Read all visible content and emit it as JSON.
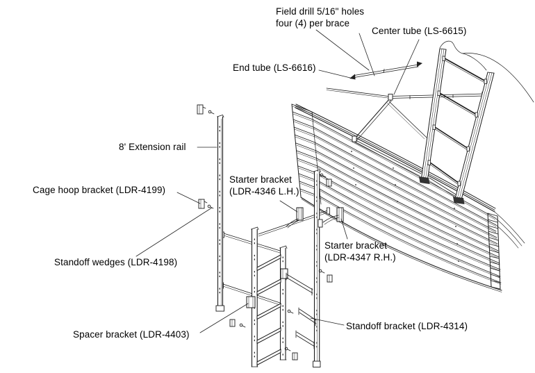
{
  "diagram": {
    "type": "exploded parts installation diagram",
    "subject": "Bin roof / sidewall ladder and extension rail assembly",
    "colors": {
      "line": "#1a1a1a",
      "background": "#ffffff",
      "text": "#000000"
    },
    "labels": {
      "field_drill": {
        "line1": "Field drill 5/16\" holes",
        "line2": "four (4) per brace"
      },
      "center_tube": {
        "text": "Center tube (LS-6615)"
      },
      "end_tube": {
        "text": "End tube (LS-6616)"
      },
      "extension_rail": {
        "text": "8' Extension rail"
      },
      "cage_hoop_bracket": {
        "text": "Cage hoop bracket (LDR-4199)"
      },
      "standoff_wedges": {
        "text": "Standoff wedges (LDR-4198)"
      },
      "starter_bracket_lh": {
        "line1": "Starter bracket",
        "line2": "(LDR-4346 L.H.)"
      },
      "starter_bracket_rh": {
        "line1": "Starter bracket",
        "line2": "(LDR-4347 R.H.)"
      },
      "spacer_bracket": {
        "text": "Spacer bracket (LDR-4403)"
      },
      "standoff_bracket": {
        "text": "Standoff bracket (LDR-4314)"
      }
    }
  }
}
